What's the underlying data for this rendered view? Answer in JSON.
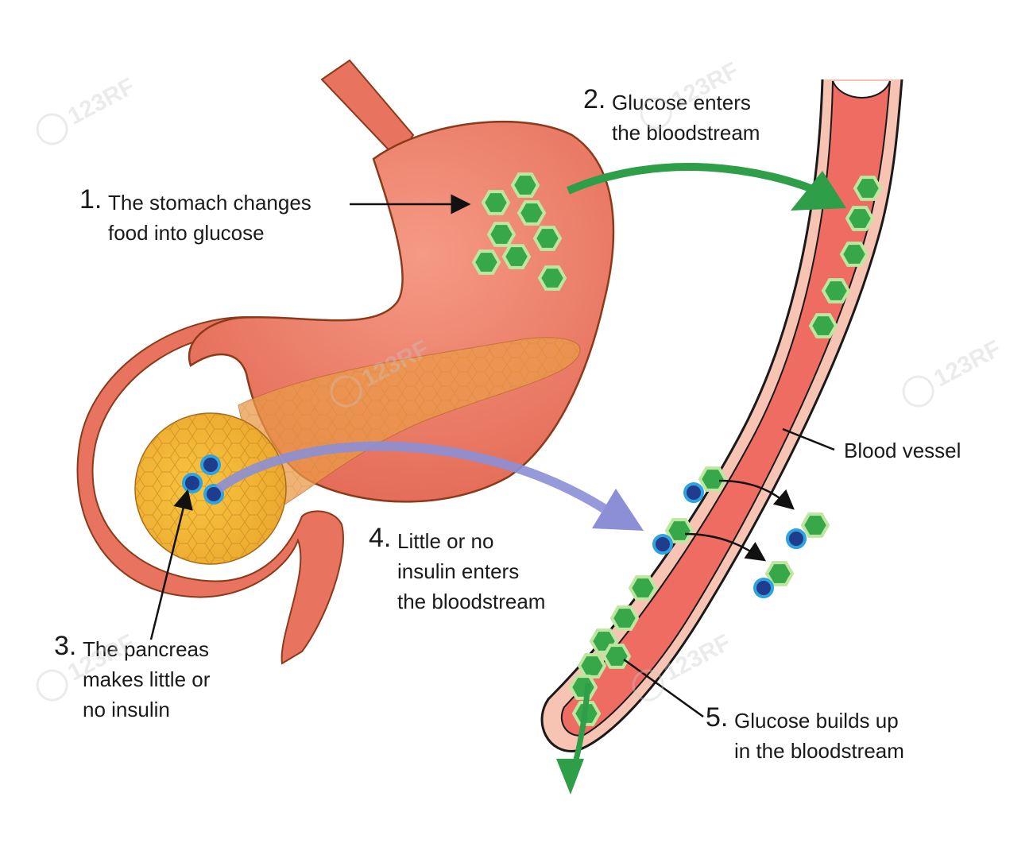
{
  "labels": {
    "step1": {
      "number": "1.",
      "lines": [
        "The stomach changes",
        "food into glucose"
      ]
    },
    "step2": {
      "number": "2.",
      "lines": [
        "Glucose enters",
        "the bloodstream"
      ]
    },
    "step3": {
      "number": "3.",
      "lines": [
        "The pancreas",
        "makes little or",
        "no insulin"
      ]
    },
    "step4": {
      "number": "4.",
      "lines": [
        "Little or no",
        "insulin enters",
        "the bloodstream"
      ]
    },
    "step5": {
      "number": "5.",
      "lines": [
        "Glucose builds up",
        "in the bloodstream"
      ]
    },
    "blood_vessel": "Blood vessel"
  },
  "watermark": "123RF",
  "colors": {
    "stomach": "#e8735f",
    "stomach_outline": "#8a3b1c",
    "pancreas": "#e5a04c",
    "vessel_fill": "#ef6c63",
    "vessel_wall": "#f7c4b4",
    "glucose": "#37a84a",
    "glucose_outline": "#bfe6a0",
    "insulin": "#1f3d8c",
    "insulin_ring": "#2ea3e0",
    "green_arrow": "#2f9e48",
    "blue_arrow": "#8c8fd6"
  }
}
